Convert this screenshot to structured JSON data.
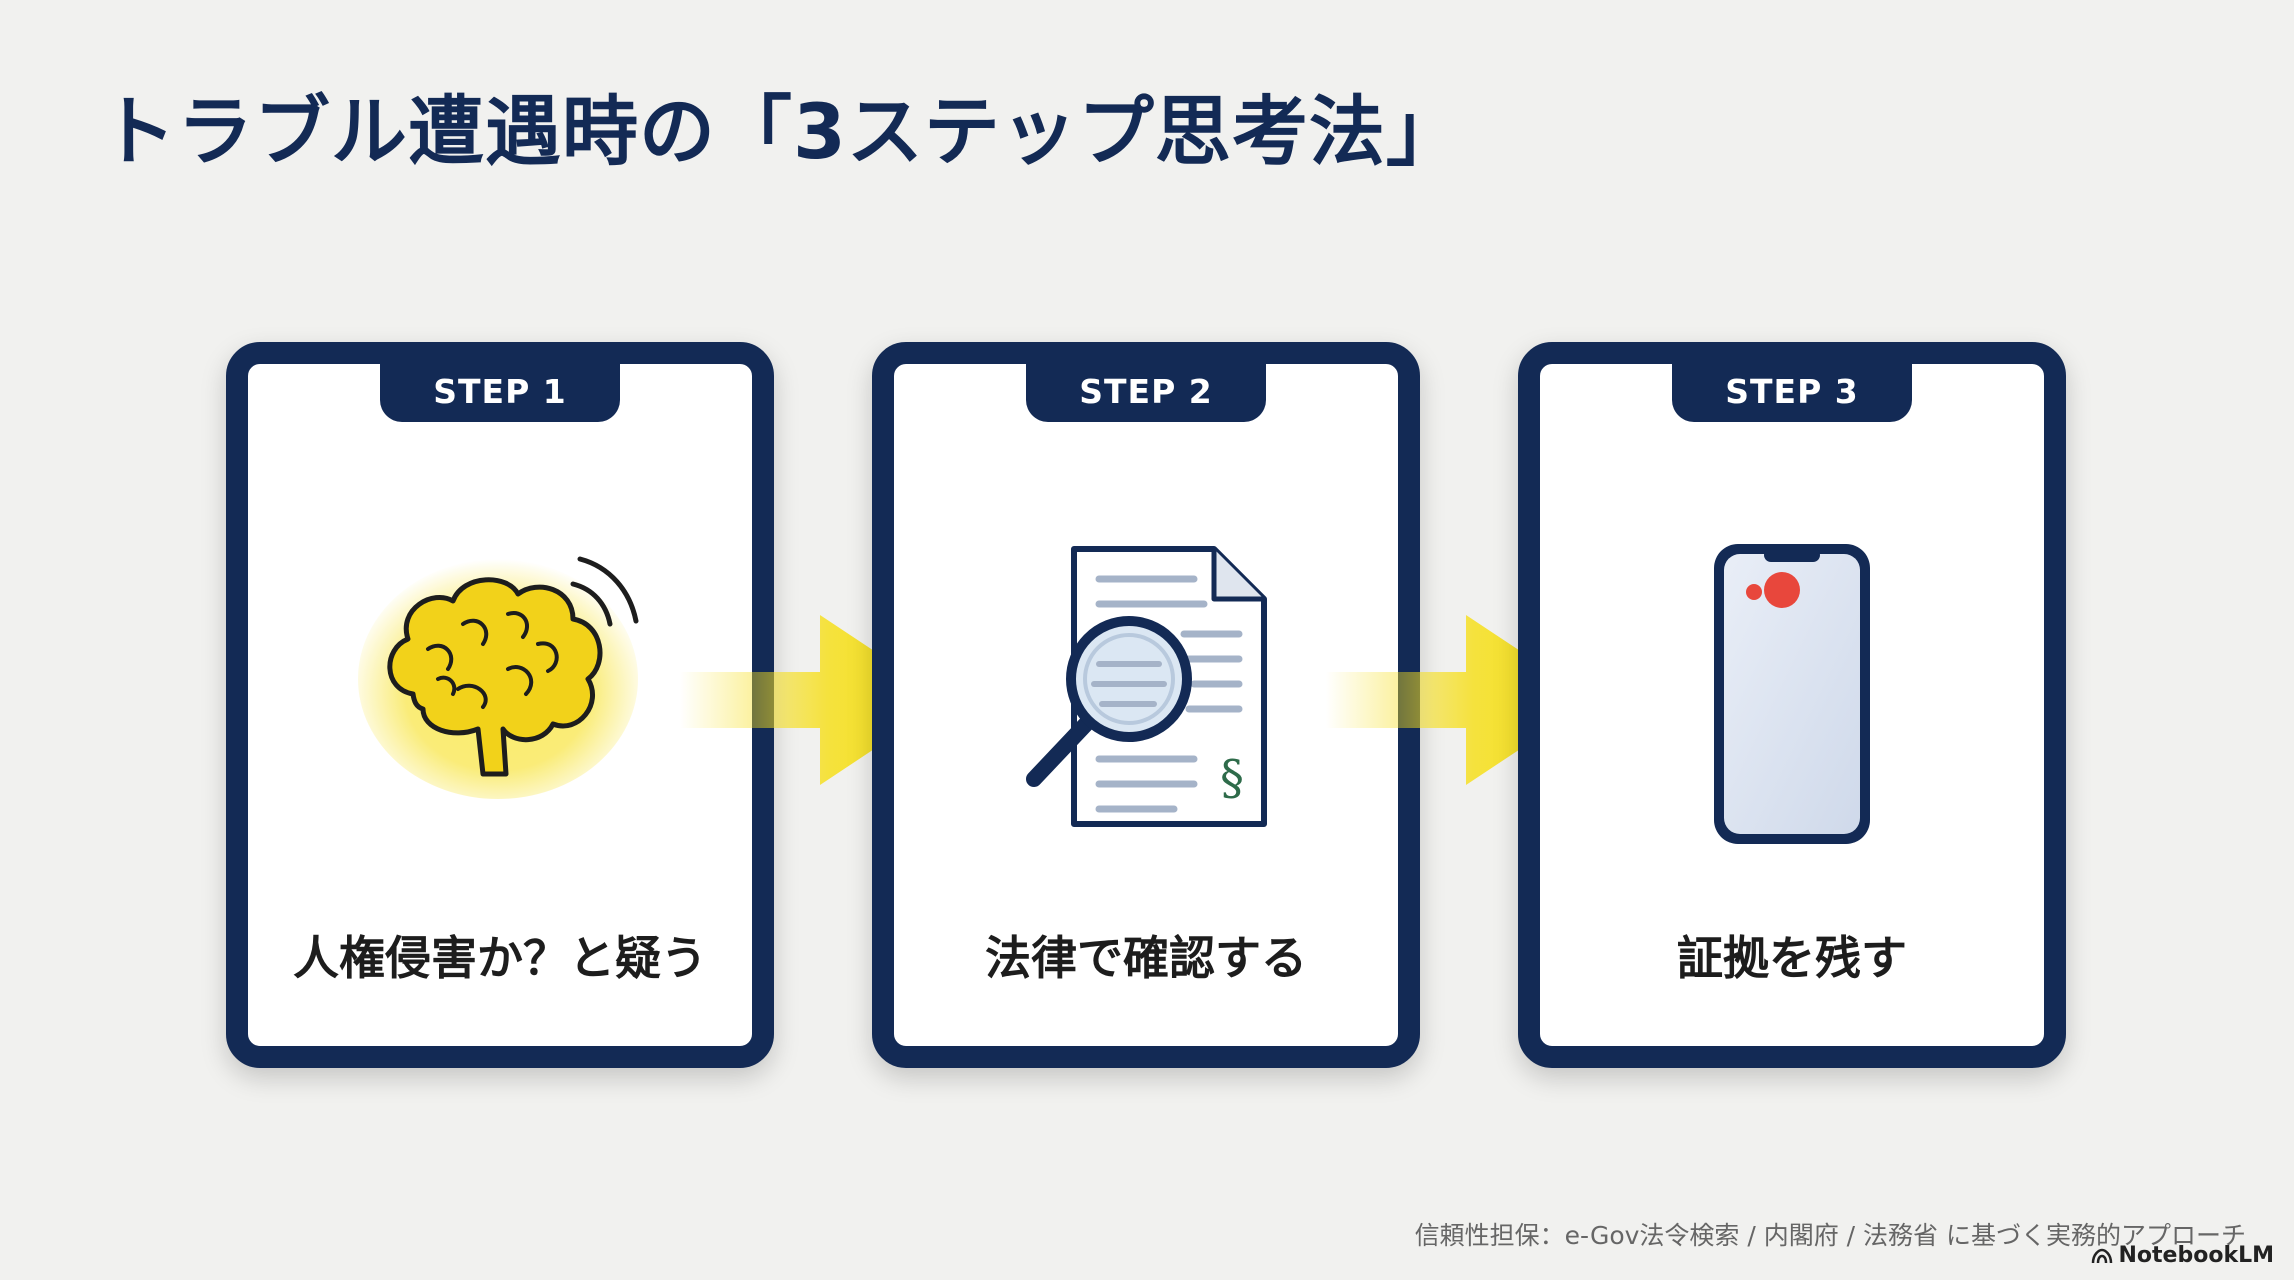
{
  "title": "トラブル遭遇時の「3ステップ思考法」",
  "steps": [
    {
      "tab": "STEP 1",
      "caption": "人権侵害か？と疑う",
      "icon": "brain-icon"
    },
    {
      "tab": "STEP 2",
      "caption": "法律で確認する",
      "icon": "document-magnifier-icon"
    },
    {
      "tab": "STEP 3",
      "caption": "証拠を残す",
      "icon": "smartphone-recording-icon"
    }
  ],
  "footer": "信頼性担保：e-Gov法令検索 / 内閣府 / 法務省 に基づく実務的アプローチ",
  "brand": "NotebookLM",
  "colors": {
    "navy": "#132a55",
    "accent_yellow": "#f6df1e",
    "record_red": "#e8473c"
  }
}
